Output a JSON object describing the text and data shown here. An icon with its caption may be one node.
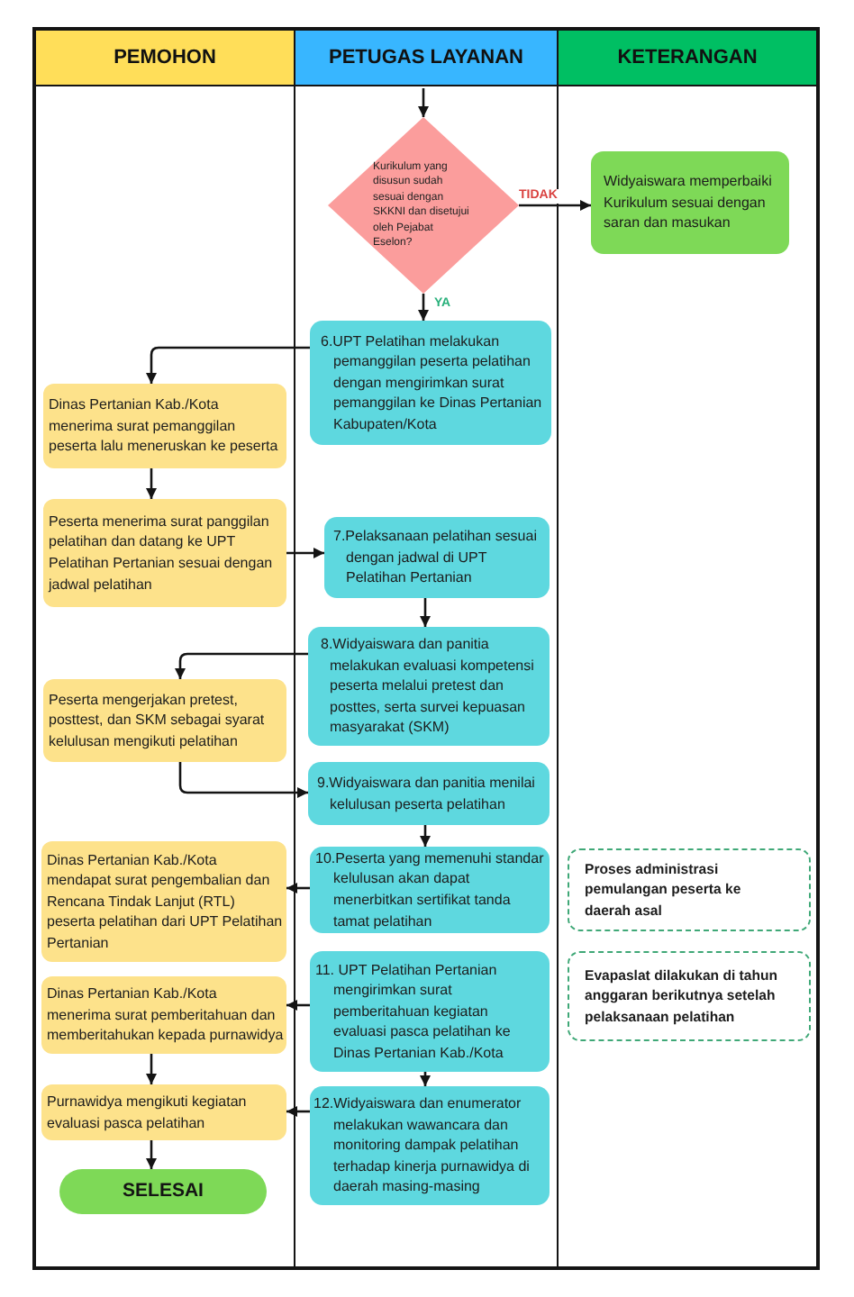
{
  "diagram": {
    "nodes": [
      {
        "text": [
          "PEMOHON"
        ]
      },
      {
        "text": [
          "PETUGAS LAYANAN"
        ]
      },
      {
        "text": [
          "KETERANGAN"
        ]
      },
      {
        "text": [
          "Kurikulum yang disusun sudah sesuai dengan SKKNI dan disetujui oleh Pejabat Eselon?"
        ],
        "in": 1
      },
      {
        "text": [
          "Widyaiswara memperbaiki Kurikulum sesuai dengan saran dan masukan"
        ],
        "in": 2
      },
      {
        "text": [
          "6.UPT Pelatihan melakukan pemanggilan peserta pelatihan dengan mengirimkan surat pemanggilan ke Dinas Pertanian Kabupaten/Kota"
        ],
        "in": 1
      },
      {
        "text": [
          "Dinas Pertanian Kab./Kota menerima surat pemanggilan peserta lalu meneruskan ke peserta"
        ],
        "in": 0
      },
      {
        "text": [
          "Peserta menerima surat panggilan pelatihan dan datang ke UPT Pelatihan Pertanian sesuai dengan jadwal pelatihan"
        ],
        "in": 0
      },
      {
        "text": [
          "7.Pelaksanaan pelatihan sesuai dengan jadwal di UPT Pelatihan Pertanian"
        ],
        "in": 1
      },
      {
        "text": [
          "8.Widyaiswara dan panitia melakukan evaluasi kompetensi peserta melalui pretest dan posttes, serta survei kepuasan masyarakat (SKM)"
        ],
        "in": 1
      },
      {
        "text": [
          "Peserta mengerjakan pretest, posttest, dan SKM sebagai syarat kelulusan mengikuti pelatihan"
        ],
        "in": 0
      },
      {
        "text": [
          "9.Widyaiswara dan panitia menilai kelulusan peserta pelatihan"
        ],
        "in": 1
      },
      {
        "text": [
          "Dinas Pertanian Kab./Kota mendapat surat pengembalian dan Rencana Tindak Lanjut (RTL) peserta pelatihan dari UPT Pelatihan Pertanian"
        ],
        "in": 0
      },
      {
        "text": [
          "10.Peserta yang memenuhi standar kelulusan akan dapat menerbitkan sertifikat tanda tamat pelatihan"
        ],
        "in": 1
      },
      {
        "text": [
          "Proses administrasi pemulangan peserta ke daerah asal"
        ],
        "in": 2
      },
      {
        "text": [
          "Dinas Pertanian Kab./Kota menerima surat pemberitahuan dan memberitahukan kepada purnawidya"
        ],
        "in": 0
      },
      {
        "text": [
          "11. UPT Pelatihan Pertanian mengirimkan surat pemberitahuan kegiatan evaluasi pasca pelatihan ke Dinas Pertanian Kab./Kota"
        ],
        "in": 1
      },
      {
        "text": [
          "Evapaslat dilakukan di tahun anggaran berikutnya setelah pelaksanaan pelatihan"
        ],
        "in": 2
      },
      {
        "text": [
          "Purnawidya mengikuti kegiatan evaluasi pasca pelatihan"
        ],
        "in": 0
      },
      {
        "text": [
          "12.Widyaiswara dan enumerator melakukan wawancara dan monitoring dampak pelatihan terhadap kinerja purnawidya di daerah masing-masing"
        ],
        "in": 1
      },
      {
        "text": [
          "SELESAI"
        ],
        "in": 0
      }
    ],
    "edges": [
      {
        "from": null,
        "to": 3,
        "arrow": "to"
      },
      {
        "from": 3,
        "to": 4,
        "arrow": "to",
        "label": "TIDAK"
      },
      {
        "from": 3,
        "to": 5,
        "arrow": "to",
        "label": "YA"
      },
      {
        "from": 5,
        "to": 6,
        "arrow": "to"
      },
      {
        "from": 6,
        "to": 7,
        "arrow": "to"
      },
      {
        "from": 7,
        "to": 8,
        "arrow": "to"
      },
      {
        "from": 8,
        "to": 9,
        "arrow": "to"
      },
      {
        "from": 9,
        "to": 10,
        "arrow": "to"
      },
      {
        "from": 10,
        "to": 11,
        "arrow": "to"
      },
      {
        "from": 11,
        "to": 13,
        "arrow": "to"
      },
      {
        "from": 13,
        "to": 12,
        "arrow": "to"
      },
      {
        "from": 16,
        "to": 15,
        "arrow": "to"
      },
      {
        "from": 15,
        "to": 18,
        "arrow": "to"
      },
      {
        "from": 16,
        "to": 19,
        "arrow": "to"
      },
      {
        "from": 19,
        "to": 18,
        "arrow": "to"
      },
      {
        "from": 18,
        "to": 20,
        "arrow": "to"
      }
    ]
  }
}
